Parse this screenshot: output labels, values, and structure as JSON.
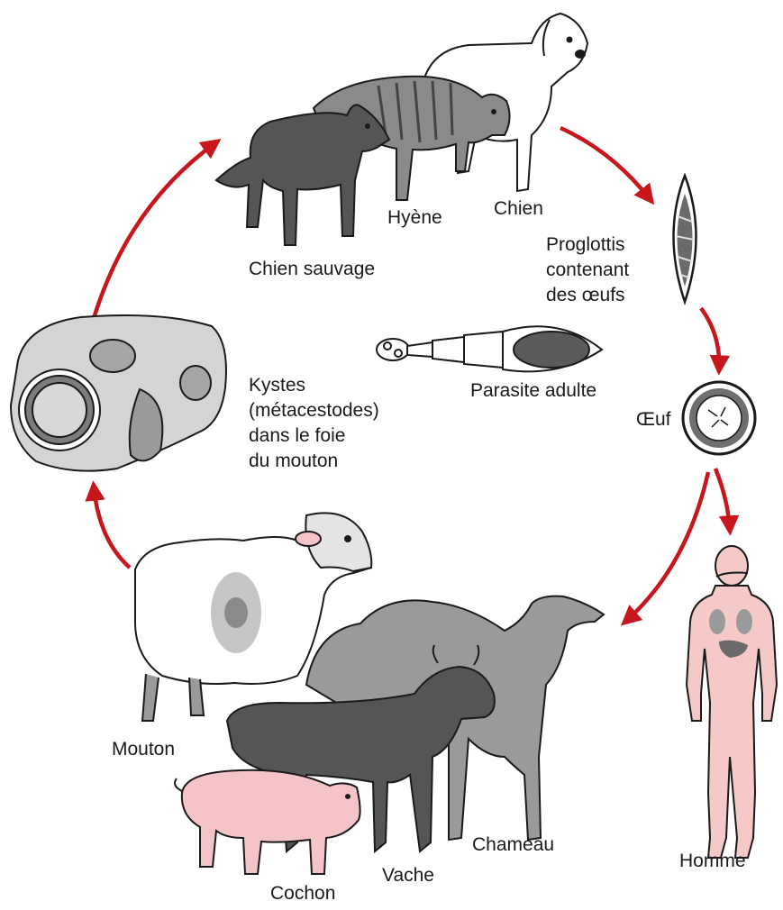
{
  "labels": {
    "chien_sauvage": "Chien sauvage",
    "hyene": "Hyène",
    "chien": "Chien",
    "proglottis": [
      "Proglottis",
      "contenant",
      "des œufs"
    ],
    "parasite_adulte": "Parasite adulte",
    "oeuf": "Œuf",
    "kystes": [
      "Kystes",
      "(métacestodes)",
      "dans le foie",
      "du mouton"
    ],
    "mouton": "Mouton",
    "chameau": "Chameau",
    "vache": "Vache",
    "cochon": "Cochon",
    "homme": "Homme"
  },
  "colors": {
    "arrow": "#c8161d",
    "outline": "#1a1a1a",
    "grey_dark": "#555555",
    "grey_mid": "#8a8a8a",
    "grey_light": "#b8b8b8",
    "skin": "#f6c9c9",
    "pig": "#f4c4c8",
    "fleece": "#ffffff"
  },
  "icons": [
    "dog-icon",
    "hyena-icon",
    "wild-dog-icon",
    "proglottid-icon",
    "adult-tapeworm-icon",
    "egg-icon",
    "liver-cyst-icon",
    "sheep-icon",
    "camel-icon",
    "cow-icon",
    "pig-icon",
    "human-icon"
  ]
}
